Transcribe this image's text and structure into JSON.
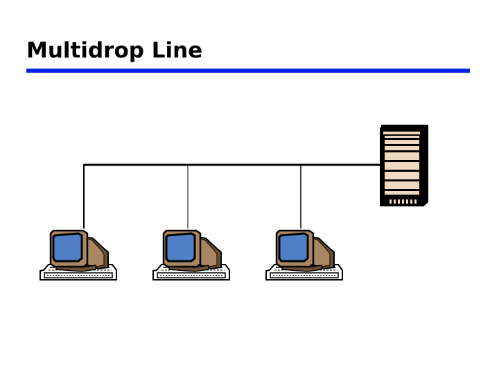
{
  "title": "Multidrop Line",
  "colors": {
    "title_rule": "#0a22e0",
    "line": "#000000",
    "screen": "#4f7fc4",
    "monitor_body": "#a98762",
    "monitor_shadow": "#6b5036",
    "server_face": "#eed9c0",
    "server_body": "#000000",
    "keyboard": "#ffffff"
  },
  "nodes": [
    {
      "id": "server",
      "icon": "server-icon"
    },
    {
      "id": "workstation-1",
      "icon": "computer-icon"
    },
    {
      "id": "workstation-2",
      "icon": "computer-icon"
    },
    {
      "id": "workstation-3",
      "icon": "computer-icon"
    }
  ]
}
